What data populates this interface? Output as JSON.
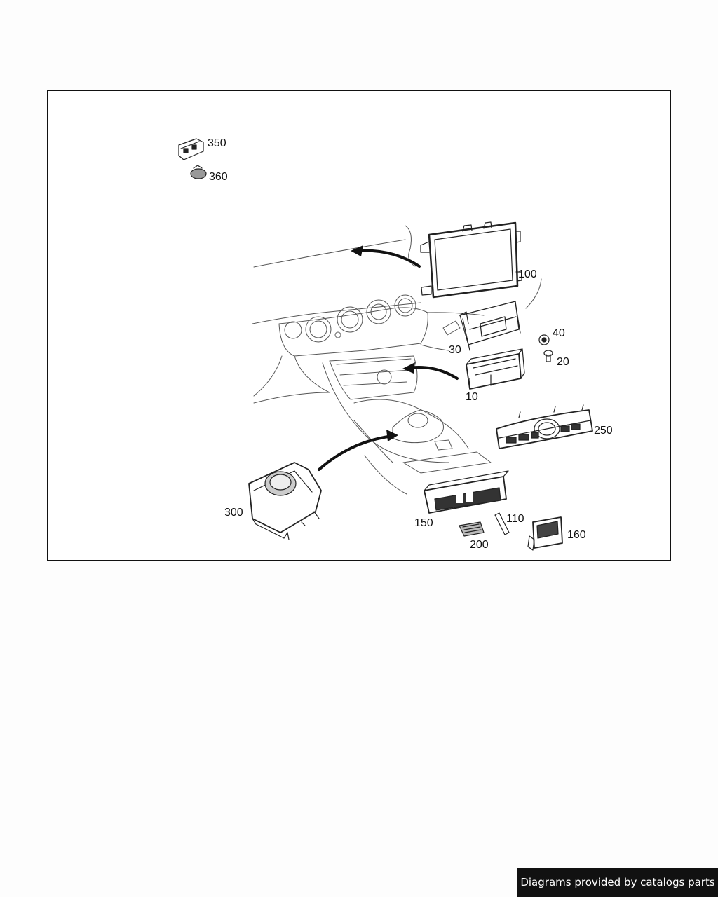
{
  "diagram": {
    "parts": [
      {
        "id": "350",
        "label": "350",
        "name": "connector-block"
      },
      {
        "id": "360",
        "label": "360",
        "name": "round-cap"
      },
      {
        "id": "100",
        "label": "100",
        "name": "display-screen"
      },
      {
        "id": "30",
        "label": "30",
        "name": "mounting-bracket"
      },
      {
        "id": "40",
        "label": "40",
        "name": "clip"
      },
      {
        "id": "20",
        "label": "20",
        "name": "screw"
      },
      {
        "id": "10",
        "label": "10",
        "name": "control-unit"
      },
      {
        "id": "250",
        "label": "250",
        "name": "climate-control-panel"
      },
      {
        "id": "300",
        "label": "300",
        "name": "controller-knob-unit"
      },
      {
        "id": "150",
        "label": "150",
        "name": "clock-display"
      },
      {
        "id": "110",
        "label": "110",
        "name": "trim-strip"
      },
      {
        "id": "200",
        "label": "200",
        "name": "label-sticker"
      },
      {
        "id": "160",
        "label": "160",
        "name": "usb-socket"
      }
    ]
  },
  "footer": {
    "credit": "Diagrams provided by catalogs parts"
  }
}
